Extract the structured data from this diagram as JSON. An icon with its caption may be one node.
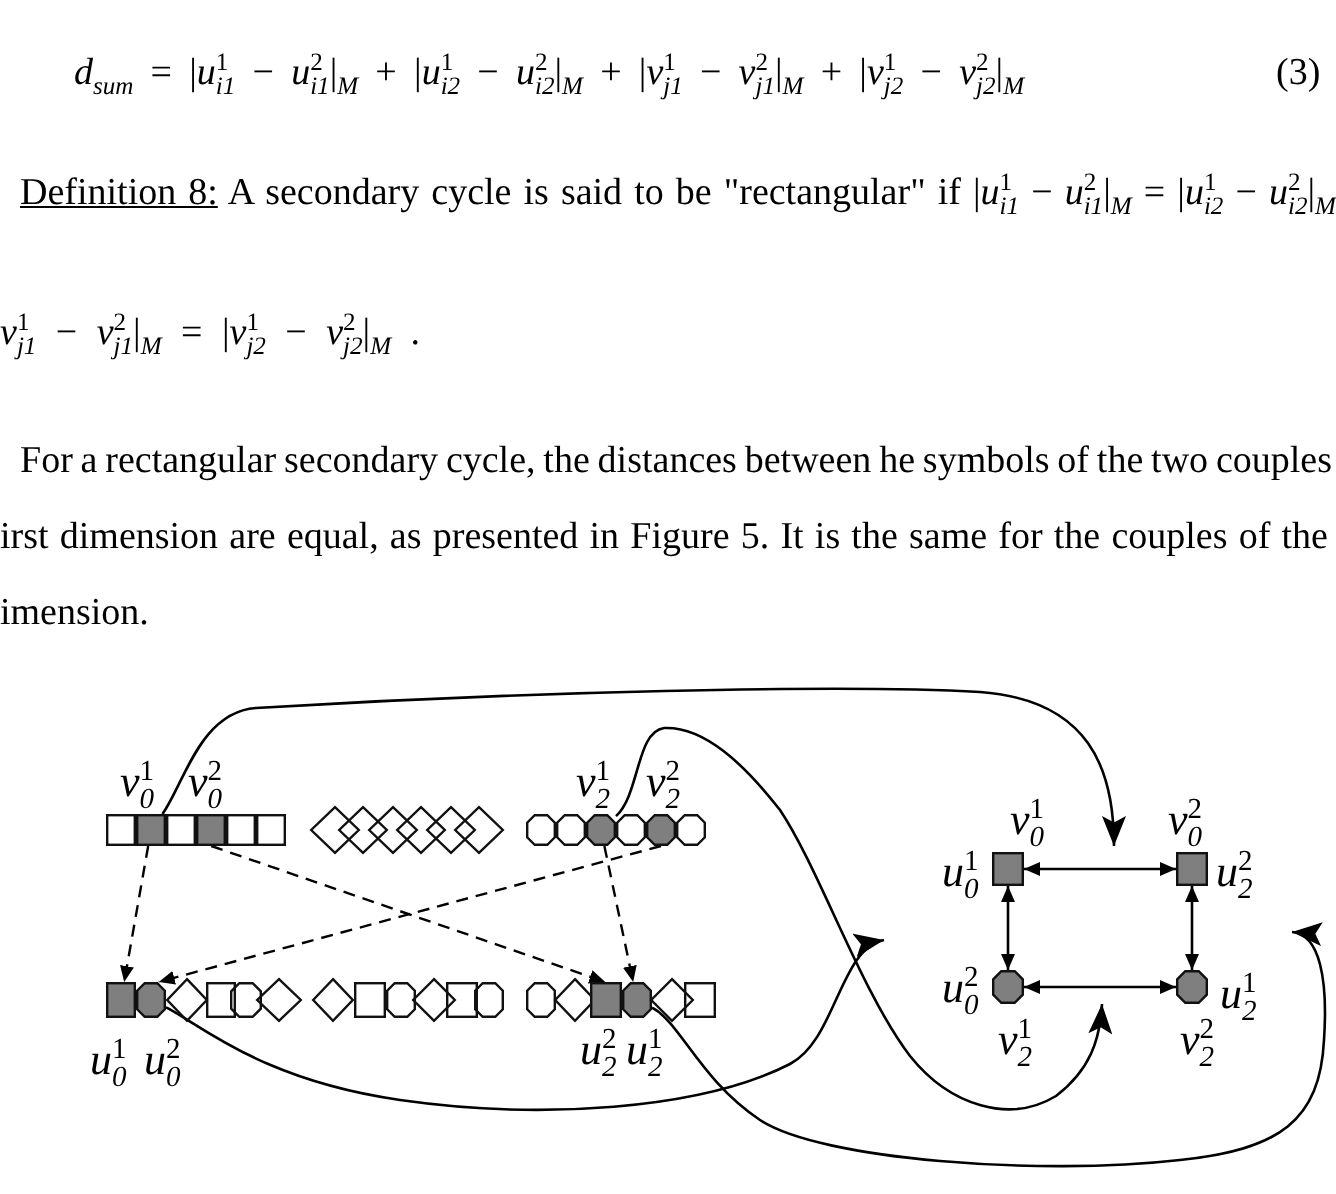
{
  "diagram": {
    "nodes": [
      {
        "text": [],
        "shape": "box"
      },
      {
        "text": [],
        "shape": "box",
        "beside": [
          "*v*$^{1}$$_{0}$"
        ]
      },
      {
        "text": [],
        "shape": "box"
      },
      {
        "text": [],
        "shape": "box",
        "beside": [
          "*v*$^{2}$$_{0}$"
        ]
      },
      {
        "text": [],
        "shape": "box"
      },
      {
        "text": [],
        "shape": "box"
      },
      {
        "text": [],
        "shape": "diamond"
      },
      {
        "text": [],
        "shape": "diamond"
      },
      {
        "text": [],
        "shape": "diamond"
      },
      {
        "text": [],
        "shape": "diamond"
      },
      {
        "text": [],
        "shape": "diamond"
      },
      {
        "text": [],
        "shape": "diamond"
      },
      {
        "text": [],
        "shape": "octagon"
      },
      {
        "text": [],
        "shape": "octagon"
      },
      {
        "text": [],
        "shape": "octagon",
        "beside": [
          "*v*$^{1}$$_{2}$"
        ]
      },
      {
        "text": [],
        "shape": "octagon"
      },
      {
        "text": [],
        "shape": "octagon",
        "beside": [
          "*v*$^{2}$$_{2}$"
        ]
      },
      {
        "text": [],
        "shape": "octagon"
      },
      {
        "text": [],
        "shape": "box",
        "beside": [
          "*u*$^{1}$$_{0}$"
        ]
      },
      {
        "text": [],
        "shape": "octagon",
        "beside": [
          "*u*$^{2}$$_{0}$"
        ]
      },
      {
        "text": [],
        "shape": "diamond"
      },
      {
        "text": [],
        "shape": "box"
      },
      {
        "text": [],
        "shape": "octagon"
      },
      {
        "text": [],
        "shape": "diamond"
      },
      {
        "text": [],
        "shape": "diamond"
      },
      {
        "text": [],
        "shape": "box"
      },
      {
        "text": [],
        "shape": "octagon"
      },
      {
        "text": [],
        "shape": "diamond"
      },
      {
        "text": [],
        "shape": "box"
      },
      {
        "text": [],
        "shape": "octagon"
      },
      {
        "text": [],
        "shape": "octagon"
      },
      {
        "text": [],
        "shape": "diamond"
      },
      {
        "text": [],
        "shape": "box",
        "beside": [
          "*u*$^{2}$$_{2}$"
        ]
      },
      {
        "text": [],
        "shape": "octagon",
        "beside": [
          "*u*$^{1}$$_{2}$"
        ]
      },
      {
        "text": [],
        "shape": "diamond"
      },
      {
        "text": [],
        "shape": "box"
      },
      {
        "text": [],
        "shape": "box",
        "beside": [
          "*v*$^{1}$$_{0}$",
          "*u*$^{1}$$_{0}$"
        ]
      },
      {
        "text": [],
        "shape": "box",
        "beside": [
          "*v*$^{2}$$_{0}$",
          "*u*$^{2}$$_{2}$"
        ]
      },
      {
        "text": [],
        "shape": "octagon",
        "beside": [
          "*u*$^{2}$$_{0}$",
          "*v*$^{1}$$_{2}$"
        ]
      },
      {
        "text": [],
        "shape": "octagon",
        "beside": [
          "*u*$^{1}$$_{2}$",
          "*v*$^{2}$$_{2}$"
        ]
      }
    ],
    "edges": [
      {
        "from": 1,
        "to": 18,
        "arrow": "to",
        "style": "dashed"
      },
      {
        "from": 3,
        "to": 32,
        "arrow": "to",
        "style": "dashed"
      },
      {
        "from": 16,
        "to": 19,
        "arrow": "to",
        "style": "dashed"
      },
      {
        "from": 14,
        "to": 33,
        "arrow": "to",
        "style": "dashed"
      },
      {
        "from": 36,
        "to": 37,
        "arrow": "both"
      },
      {
        "from": 36,
        "to": 38,
        "arrow": "both"
      },
      {
        "from": 37,
        "to": 39,
        "arrow": "both"
      },
      {
        "from": 38,
        "to": 39,
        "arrow": "both"
      },
      {
        "from": 1,
        "to": null,
        "arrow": "to"
      },
      {
        "from": 14,
        "to": null,
        "arrow": "to"
      },
      {
        "from": 19,
        "to": null,
        "arrow": "to"
      },
      {
        "from": 33,
        "to": null,
        "arrow": "to"
      }
    ],
    "labels": [
      "*d*$_{sum}$ = |*u*$^{1}$$_{i1}$ − *u*$^{2}$$_{i1}$|$_{M}$ + |*u*$^{1}$$_{i2}$ − *u*$^{2}$$_{i2}$|$_{M}$ + |*v*$^{1}$$_{j1}$ − *v*$^{2}$$_{j1}$|$_{M}$ + |*v*$^{1}$$_{j2}$ − *v*$^{2}$$_{j2}$|$_{M}$",
      "(3)",
      "Definition 8: A secondary cycle is said to be \"rectangular\" if |*u*$^{1}$$_{i1}$ − *u*$^{2}$$_{i1}$|$_{M}$ = |*u*$^{1}$$_{i2}$ − *u*$^{2}$$_{i2}$|$_{M}$ *v*$^{1}$$_{j1}$ − *v*$^{2}$$_{j1}$|$_{M}$ = |*v*$^{1}$$_{j2}$ − *v*$^{2}$$_{j2}$|$_{M}$ .",
      "For a rectangular secondary cycle, the distances between he symbols of the two couples irst dimension are equal, as presented in Figure 5. It is the same for the couples of the imension."
    ]
  }
}
